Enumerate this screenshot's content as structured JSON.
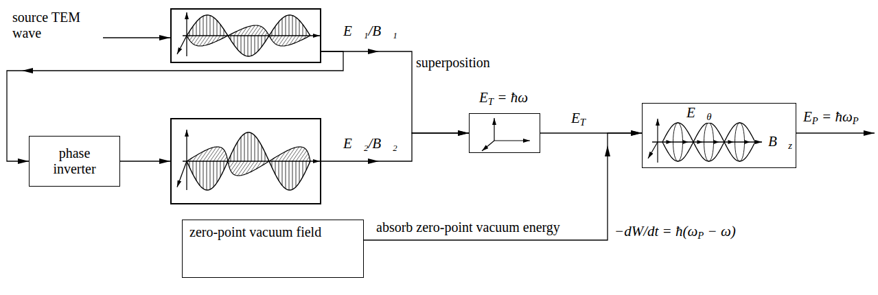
{
  "diagram": {
    "nodes": [
      {
        "text": []
      },
      {
        "text": [
          "phase inverter"
        ]
      },
      {
        "text": []
      },
      {
        "text": [
          "ET = ħω"
        ]
      },
      {
        "text": [
          "E⃗θ",
          "B⃗z"
        ]
      },
      {
        "text": [
          "zero-point vacuum field"
        ]
      }
    ],
    "edges": [
      {
        "from": 0,
        "to": 3,
        "label": "E⃗₁/B⃗₁",
        "arrow": "to"
      },
      {
        "from": 0,
        "to": 1,
        "arrow": "to"
      },
      {
        "from": 1,
        "to": 2,
        "arrow": "to"
      },
      {
        "from": 2,
        "to": 3,
        "label": "E⃗₂/B⃗₂",
        "arrow": "to"
      },
      {
        "from": 3,
        "to": 4,
        "label": "ET",
        "arrow": "to"
      },
      {
        "from": 5,
        "to": 4,
        "label": "absorb zero-point vacuum energy",
        "arrow": "to"
      }
    ],
    "labels": [
      "source TEM wave",
      "superposition",
      "EP = ħωP",
      "−dW/dt = ħ(ωP − ω)"
    ]
  }
}
